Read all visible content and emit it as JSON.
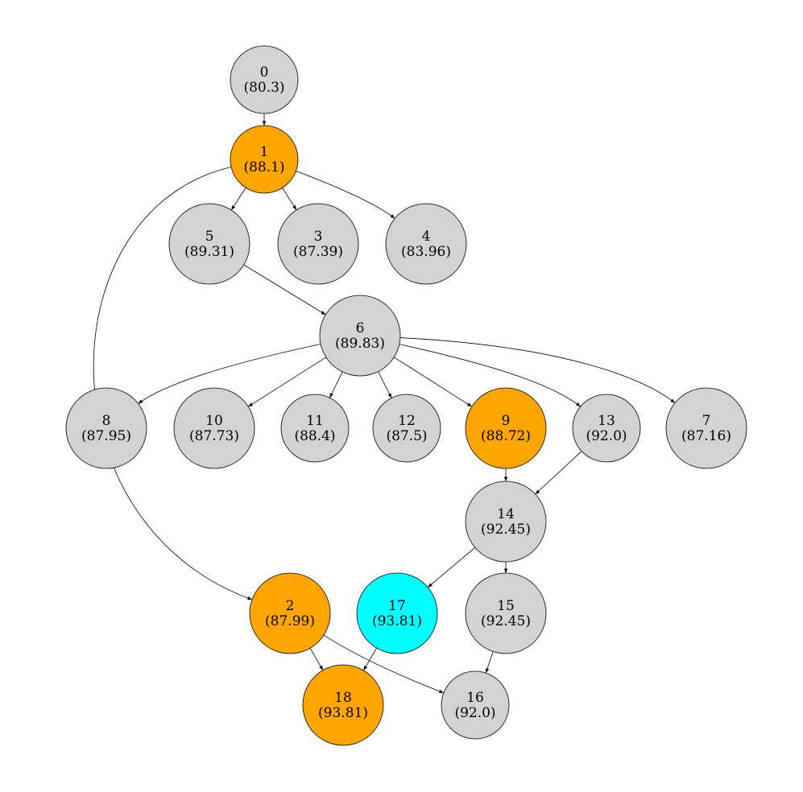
{
  "colors": {
    "default": "#d3d3d3",
    "orange": "#ffa500",
    "cyan": "#00ffff",
    "edge": "#000000"
  },
  "nodes": [
    {
      "id": "0",
      "score": "(80.3)",
      "color": "default"
    },
    {
      "id": "1",
      "score": "(88.1)",
      "color": "orange"
    },
    {
      "id": "5",
      "score": "(89.31)",
      "color": "default"
    },
    {
      "id": "3",
      "score": "(87.39)",
      "color": "default"
    },
    {
      "id": "4",
      "score": "(83.96)",
      "color": "default"
    },
    {
      "id": "6",
      "score": "(89.83)",
      "color": "default"
    },
    {
      "id": "8",
      "score": "(87.95)",
      "color": "default"
    },
    {
      "id": "10",
      "score": "(87.73)",
      "color": "default"
    },
    {
      "id": "11",
      "score": "(88.4)",
      "color": "default"
    },
    {
      "id": "12",
      "score": "(87.5)",
      "color": "default"
    },
    {
      "id": "9",
      "score": "(88.72)",
      "color": "orange"
    },
    {
      "id": "13",
      "score": "(92.0)",
      "color": "default"
    },
    {
      "id": "7",
      "score": "(87.16)",
      "color": "default"
    },
    {
      "id": "14",
      "score": "(92.45)",
      "color": "default"
    },
    {
      "id": "2",
      "score": "(87.99)",
      "color": "orange"
    },
    {
      "id": "17",
      "score": "(93.81)",
      "color": "cyan"
    },
    {
      "id": "15",
      "score": "(92.45)",
      "color": "default"
    },
    {
      "id": "18",
      "score": "(93.81)",
      "color": "orange"
    },
    {
      "id": "16",
      "score": "(92.0)",
      "color": "default"
    }
  ],
  "edges": [
    {
      "from": "0",
      "to": "1"
    },
    {
      "from": "1",
      "to": "5"
    },
    {
      "from": "1",
      "to": "3"
    },
    {
      "from": "1",
      "to": "4"
    },
    {
      "from": "1",
      "to": "2"
    },
    {
      "from": "5",
      "to": "6"
    },
    {
      "from": "6",
      "to": "8"
    },
    {
      "from": "6",
      "to": "10"
    },
    {
      "from": "6",
      "to": "11"
    },
    {
      "from": "6",
      "to": "12"
    },
    {
      "from": "6",
      "to": "9"
    },
    {
      "from": "6",
      "to": "13"
    },
    {
      "from": "6",
      "to": "7"
    },
    {
      "from": "9",
      "to": "14"
    },
    {
      "from": "13",
      "to": "14"
    },
    {
      "from": "14",
      "to": "17"
    },
    {
      "from": "14",
      "to": "15"
    },
    {
      "from": "2",
      "to": "18"
    },
    {
      "from": "2",
      "to": "16"
    },
    {
      "from": "17",
      "to": "18"
    },
    {
      "from": "15",
      "to": "16"
    }
  ]
}
